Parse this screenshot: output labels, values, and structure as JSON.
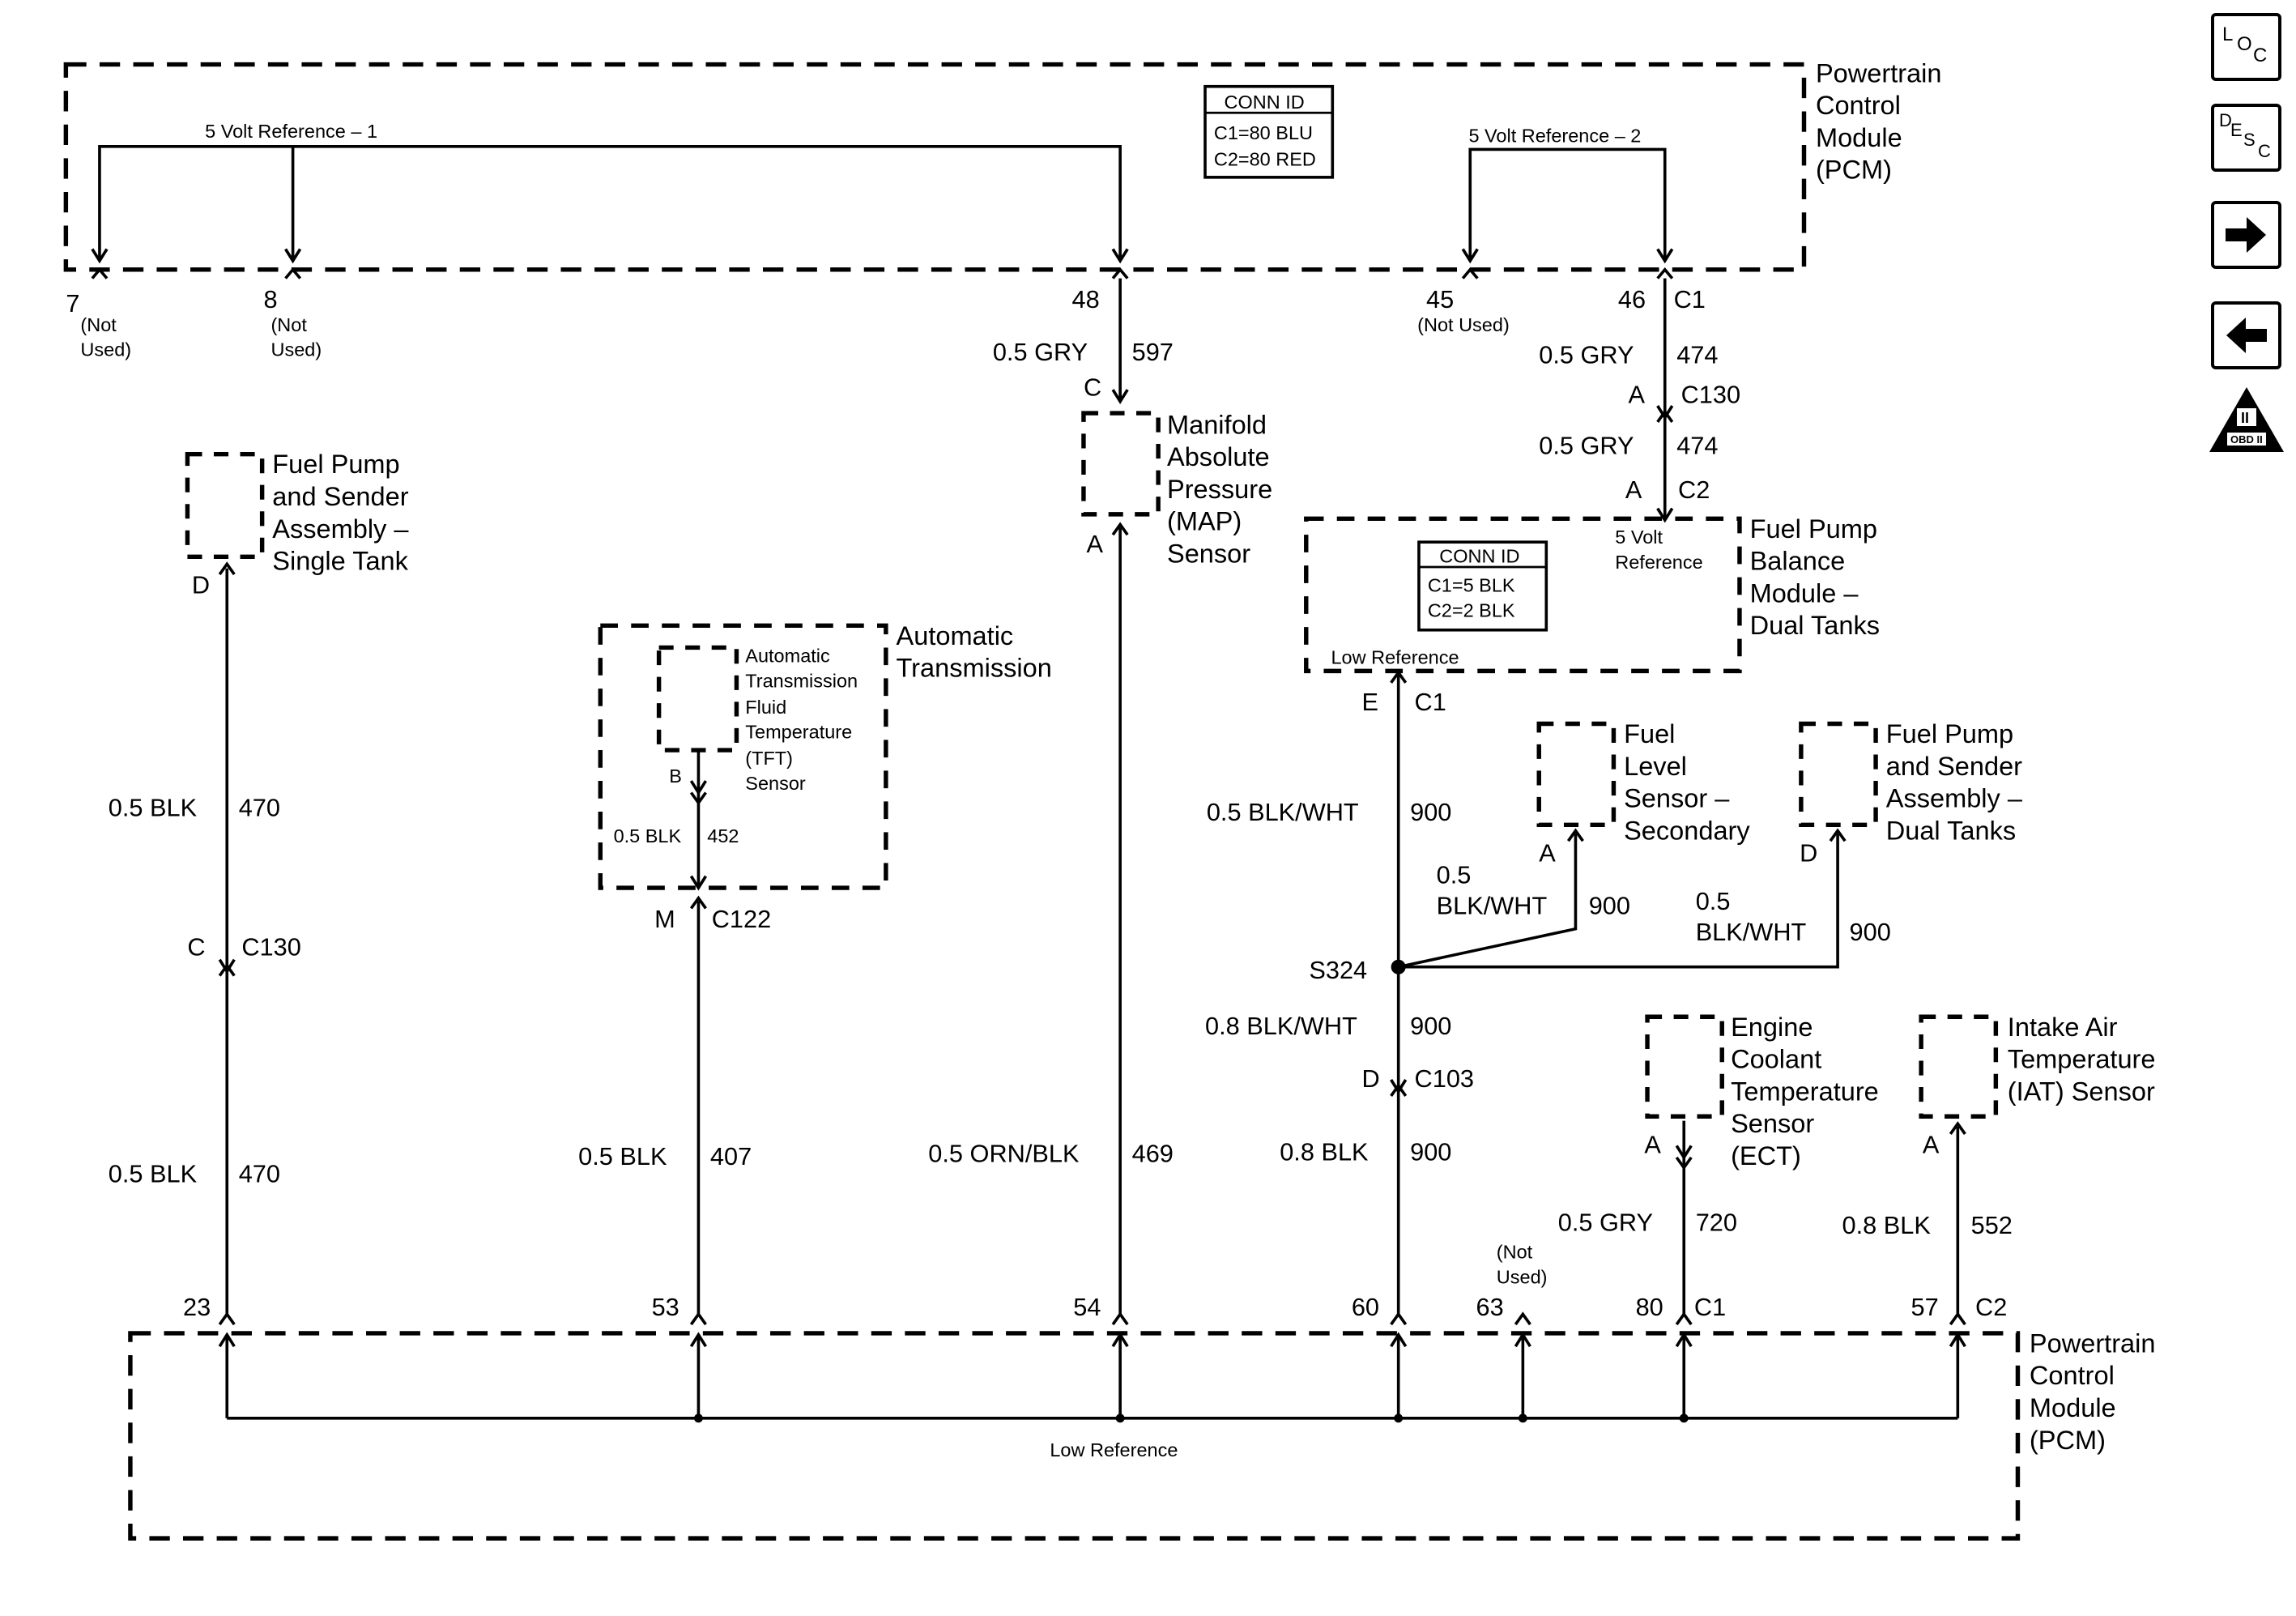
{
  "labels": {
    "pcm_top_1": "Powertrain",
    "pcm_top_2": "Control",
    "pcm_top_3": "Module",
    "pcm_top_4": "(PCM)",
    "pcm_bot_1": "Powertrain",
    "pcm_bot_2": "Control",
    "pcm_bot_3": "Module",
    "pcm_bot_4": "(PCM)",
    "ref1": "5 Volt Reference – 1",
    "ref2": "5 Volt Reference – 2",
    "conn_top_title": "CONN ID",
    "conn_top_c1": "C1=80 BLU",
    "conn_top_c2": "C2=80 RED",
    "conn_mid_title": "CONN ID",
    "conn_mid_c1": "C1=5 BLK",
    "conn_mid_c2": "C2=2 BLK",
    "p7": "7",
    "p8": "8",
    "p48": "48",
    "p45": "45",
    "p46": "46",
    "c1_46": "C1",
    "notused_1": "(Not",
    "notused_2": "Used)",
    "notused_45": "(Not Used)",
    "w597_gauge": "0.5 GRY",
    "w597_circ": "597",
    "map_c": "C",
    "map_a": "A",
    "map_1": "Manifold",
    "map_2": "Absolute",
    "map_3": "Pressure",
    "map_4": "(MAP)",
    "map_5": "Sensor",
    "w474a_gauge": "0.5 GRY",
    "w474a_circ": "474",
    "c130_a": "A",
    "c130": "C130",
    "w474b_gauge": "0.5 GRY",
    "w474b_circ": "474",
    "c2_a": "A",
    "c2": "C2",
    "fpbm_5v_1": "5 Volt",
    "fpbm_5v_2": "Reference",
    "fpbm_lowref": "Low Reference",
    "fpbm_1": "Fuel Pump",
    "fpbm_2": "Balance",
    "fpbm_3": "Module –",
    "fpbm_4": "Dual Tanks",
    "fpbm_e": "E",
    "fpbm_c1": "C1",
    "w900a_gauge": "0.5 BLK/WHT",
    "w900a_circ": "900",
    "fls_1": "Fuel",
    "fls_2": "Level",
    "fls_3": "Sensor –",
    "fls_4": "Secondary",
    "fls_a": "A",
    "fpsd_1": "Fuel Pump",
    "fpsd_2": "and Sender",
    "fpsd_3": "Assembly –",
    "fpsd_4": "Dual Tanks",
    "fpsd_d": "D",
    "w900b_g1": "0.5",
    "w900b_g2": "BLK/WHT",
    "w900b_circ": "900",
    "w900c_g1": "0.5",
    "w900c_g2": "BLK/WHT",
    "w900c_circ": "900",
    "s324": "S324",
    "w900d_gauge": "0.8 BLK/WHT",
    "w900d_circ": "900",
    "c103_d": "D",
    "c103": "C103",
    "w900e_gauge": "0.8 BLK",
    "w900e_circ": "900",
    "fps_1": "Fuel Pump",
    "fps_2": "and Sender",
    "fps_3": "Assembly –",
    "fps_4": "Single Tank",
    "fps_d": "D",
    "w470a_gauge": "0.5 BLK",
    "w470a_circ": "470",
    "c130b_c": "C",
    "c130b": "C130",
    "w470b_gauge": "0.5 BLK",
    "w470b_circ": "470",
    "at_1": "Automatic",
    "at_2": "Transmission",
    "tft_1": "Automatic",
    "tft_2": "Transmission",
    "tft_3": "Fluid",
    "tft_4": "Temperature",
    "tft_5": "(TFT)",
    "tft_6": "Sensor",
    "tft_b": "B",
    "w452_gauge": "0.5 BLK",
    "w452_circ": "452",
    "c122_m": "M",
    "c122": "C122",
    "w407_gauge": "0.5 BLK",
    "w407_circ": "407",
    "w469_gauge": "0.5 ORN/BLK",
    "w469_circ": "469",
    "ect_1": "Engine",
    "ect_2": "Coolant",
    "ect_3": "Temperature",
    "ect_4": "Sensor",
    "ect_5": "(ECT)",
    "ect_a": "A",
    "w720_gauge": "0.5 GRY",
    "w720_circ": "720",
    "iat_1": "Intake Air",
    "iat_2": "Temperature",
    "iat_3": "(IAT) Sensor",
    "iat_a": "A",
    "w552_gauge": "0.8 BLK",
    "w552_circ": "552",
    "p23": "23",
    "p53": "53",
    "p54": "54",
    "p60": "60",
    "p63": "63",
    "p80": "80",
    "c1_80": "C1",
    "p57": "57",
    "c2_57": "C2",
    "notused63_1": "(Not",
    "notused63_2": "Used)",
    "lowref_bottom": "Low Reference"
  },
  "nav": {
    "loc": [
      "L",
      "O",
      "C"
    ],
    "desc": [
      "D",
      "E",
      "S",
      "C"
    ],
    "obd": "OBD II",
    "obd_numeral": "II"
  }
}
